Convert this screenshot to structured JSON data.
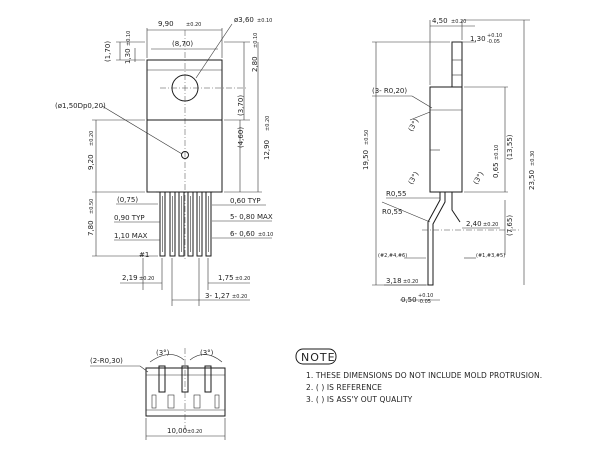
{
  "front_view": {
    "dims": {
      "top_width": "9,90",
      "top_width_tol": "±0.20",
      "hole_dia": "ø3,60",
      "hole_dia_tol": "±0.10",
      "inner_width": "(8,70)",
      "left_170": "(1,70)",
      "left_130": "1,30",
      "left_130_tol": "±0.10",
      "dimple": "(ø1,50Dp0,20)",
      "right_280": "2,80",
      "right_280_tol": "±0.10",
      "right_370": "(3,70)",
      "right_460": "(4,60)",
      "right_1290": "12,90",
      "right_1290_tol": "±0.20",
      "left_920": "9,20",
      "left_920_tol": "±0.20",
      "left_780": "7,80",
      "left_780_tol": "±0.50",
      "d075": "(0,75)",
      "d090": "0,90 TYP",
      "d110": "1,10 MAX",
      "pin1": "#1",
      "d060typ": "0,60 TYP",
      "d080max": "5- 0,80 MAX",
      "d060": "6- 0,60",
      "d060_tol": "±0.10",
      "d219": "2,19",
      "d219_tol": "±0.20",
      "d175": "1,75",
      "d175_tol": "±0.20",
      "d127": "3- 1,27",
      "d127_tol": "±0.20"
    }
  },
  "side_view": {
    "dims": {
      "top_450": "4,50",
      "top_450_tol": "±0.20",
      "top_130": "1,30",
      "top_130_tol_hi": "+0.10",
      "top_130_tol_lo": "-0.05",
      "r020": "(3- R0,20)",
      "angle_3a": "(3°)",
      "left_1950": "19,50",
      "left_1950_tol": "±0.50",
      "r1355": "(13,55)",
      "r2350": "23,50",
      "r2350_tol": "±0.30",
      "r065": "0,65",
      "r065_tol": "±0.10",
      "angle_3b": "(3°)",
      "angle_3c": "(3°)",
      "r055a": "R0,55",
      "r055b": "R0,55",
      "d240": "2,40",
      "d240_tol": "±0.20",
      "d765": "(7,65)",
      "pins_left": "(#2,#4,#6)",
      "pins_right": "(#1,#3,#5)",
      "d318": "3,18",
      "d318_tol": "±0.20",
      "d050": "0,50",
      "d050_tol_hi": "+0.10",
      "d050_tol_lo": "-0.05"
    }
  },
  "bottom_view": {
    "dims": {
      "r030": "(2-R0,30)",
      "angle_a": "(3°)",
      "angle_b": "(3°)",
      "width": "10,00",
      "width_tol": "±0.20"
    }
  },
  "notes": {
    "heading": "NOTE",
    "items": [
      "1. THESE DIMENSIONS DO NOT INCLUDE MOLD PROTRUSION.",
      "2. (   ) IS REFERENCE",
      "3. (   ) IS ASS'Y OUT QUALITY"
    ]
  }
}
